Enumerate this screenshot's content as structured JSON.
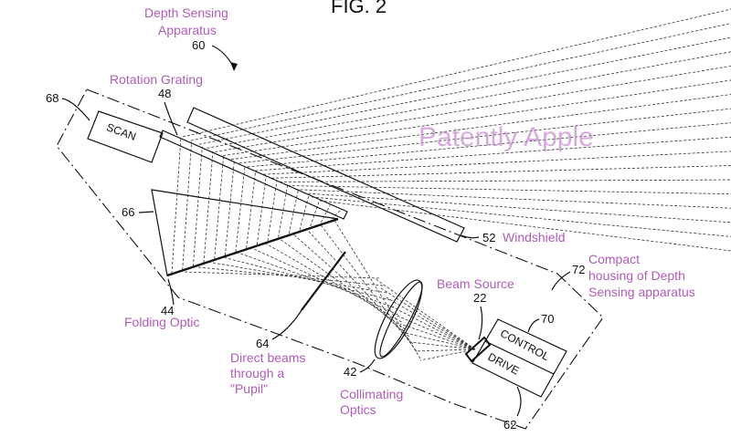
{
  "figure": {
    "title": "FIG. 2"
  },
  "watermark": "Patently Apple",
  "labels": {
    "depth_sensing_line1": "Depth Sensing",
    "depth_sensing_line2": "Apparatus",
    "num_60": "60",
    "rotation_grating": "Rotation Grating",
    "num_48": "48",
    "num_68": "68",
    "scan": "SCAN",
    "num_66": "66",
    "num_52": "52",
    "windshield": "Windshield",
    "num_44": "44",
    "folding_optic": "Folding Optic",
    "num_72": "72",
    "compact_line1": "Compact",
    "compact_line2": "housing of Depth",
    "compact_line3": "Sensing apparatus",
    "beam_source": "Beam Source",
    "num_22": "22",
    "num_70": "70",
    "control": "CONTROL",
    "drive": "DRIVE",
    "num_64": "64",
    "pupil_line1": "Direct beams",
    "pupil_line2": "through a",
    "pupil_line3": "\"Pupil\"",
    "num_42": "42",
    "collimating_line1": "Collimating",
    "collimating_line2": "Optics",
    "num_62": "62"
  }
}
